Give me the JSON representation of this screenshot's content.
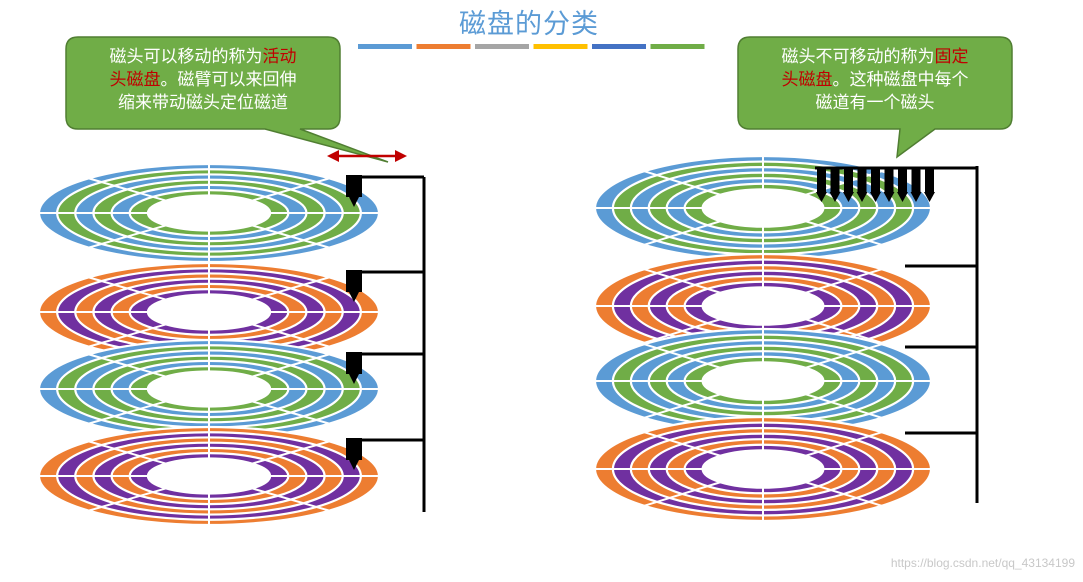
{
  "title": "磁盘的分类",
  "title_color": "#5b9bd5",
  "header_bar_colors": [
    "#5b9bd5",
    "#ed7d31",
    "#a5a5a5",
    "#ffc000",
    "#4472c4",
    "#70ad47"
  ],
  "left_callout": {
    "line1_prefix": "磁头可以移动的称为",
    "line1_highlight": "活动",
    "line2_highlight": "头磁盘",
    "line2_suffix": "。磁臂可以来回伸",
    "line3": "缩来带动磁头定位磁道"
  },
  "right_callout": {
    "line1_prefix": "磁头不可移动的称为",
    "line1_highlight": "固定",
    "line2_highlight": "头磁盘",
    "line2_suffix": "。这种磁盘中每个",
    "line3": "磁道有一个磁头"
  },
  "colors": {
    "callout_fill": "#70ad47",
    "callout_border": "#507e32",
    "highlight": "#c00000",
    "arrow": "#c00000",
    "arm": "#000000",
    "blue": "#5b9bd5",
    "green": "#70ad47",
    "orange": "#ed7d31",
    "purple": "#7030a0",
    "ring_gap": "#ffffff"
  },
  "disk_styles": {
    "blue_green": [
      "blue",
      "green"
    ],
    "orange_purple": [
      "orange",
      "purple"
    ]
  },
  "left_stack": [
    "blue_green",
    "orange_purple",
    "blue_green",
    "orange_purple"
  ],
  "right_stack": [
    "blue_green",
    "orange_purple",
    "blue_green",
    "orange_purple"
  ],
  "watermark": "https://blog.csdn.net/qq_43134199"
}
